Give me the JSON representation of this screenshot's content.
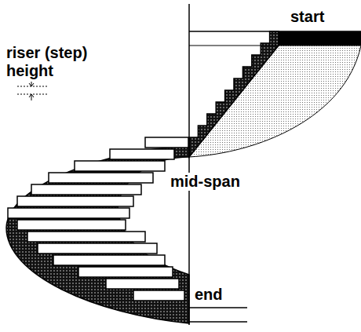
{
  "diagram": {
    "labels": [
      "start",
      "riser (step) height",
      "mid-span",
      "end"
    ]
  }
}
